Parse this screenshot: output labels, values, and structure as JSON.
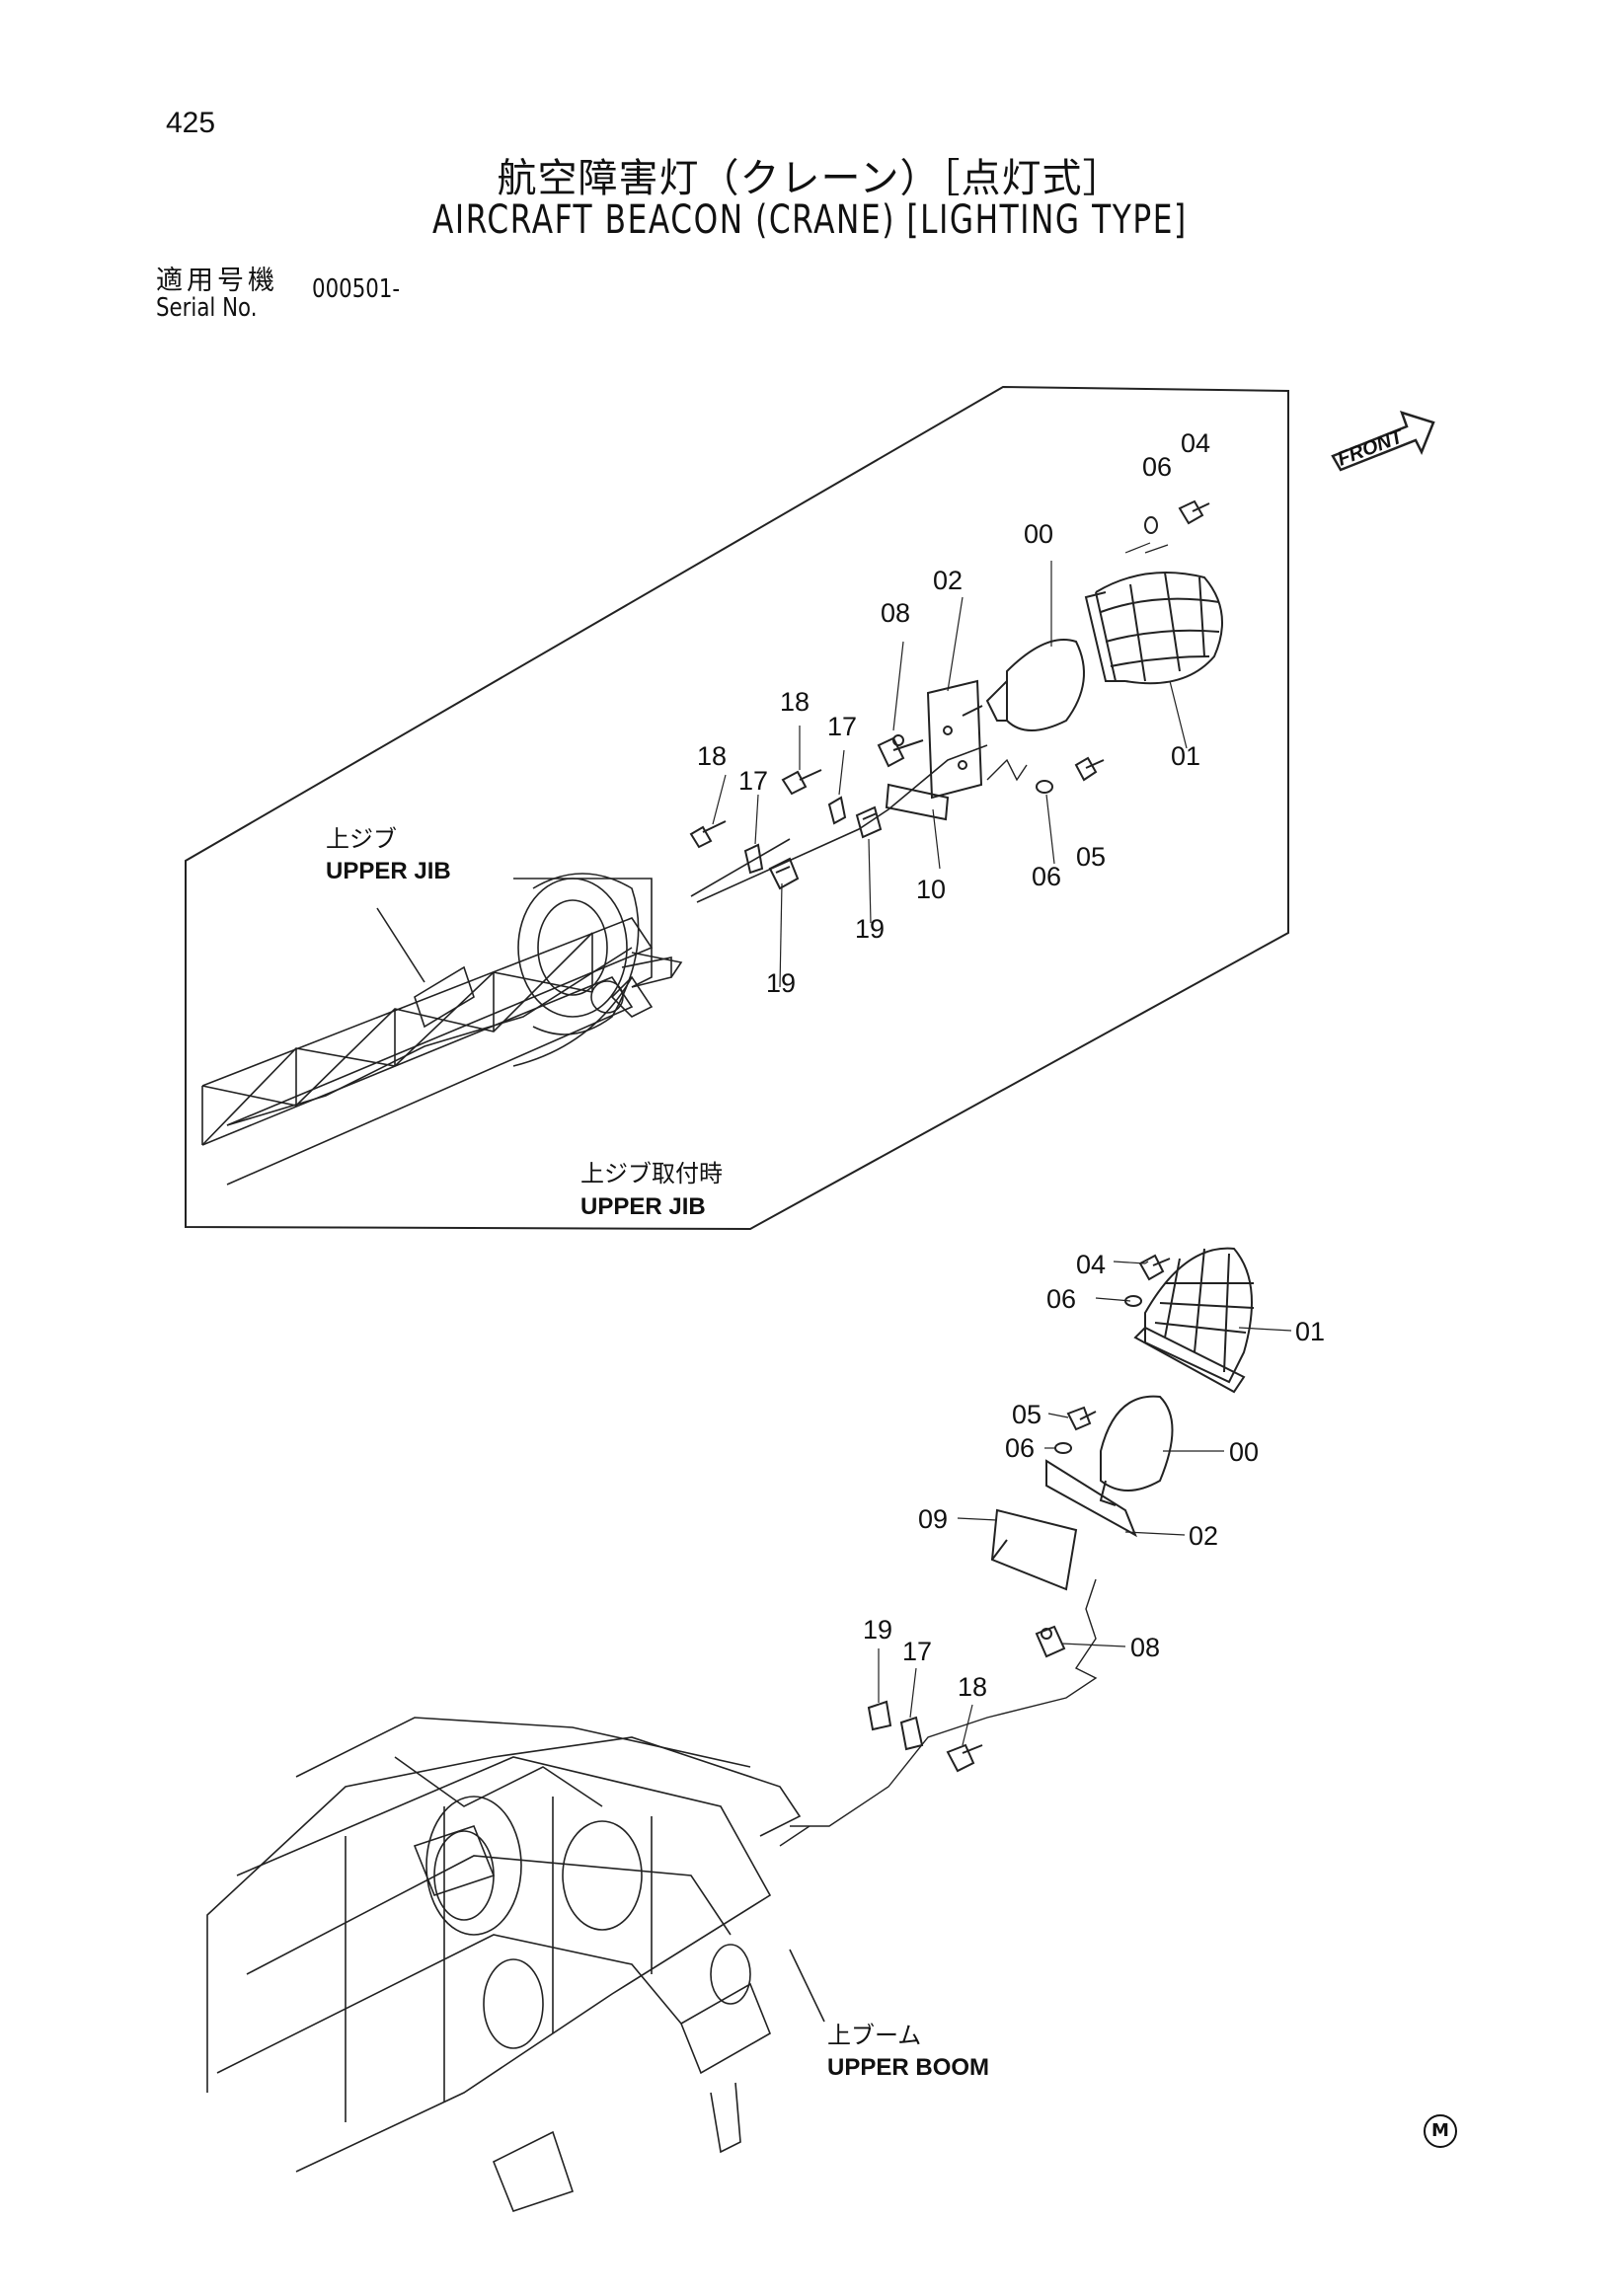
{
  "page_number": "425",
  "title_ja": "航空障害灯（クレーン）［点灯式］",
  "title_en": "AIRCRAFT BEACON (CRANE) [LIGHTING TYPE]",
  "serial": {
    "label_ja": "適用号機",
    "label_en": "Serial No.",
    "value": "000501-"
  },
  "front_arrow": "FRONT",
  "upper_view": {
    "jib_label_ja": "上ジブ",
    "jib_label_en": "UPPER JIB",
    "caption_ja": "上ジブ取付時",
    "caption_en": "UPPER JIB",
    "part_labels": {
      "p00": "00",
      "p01": "01",
      "p02": "02",
      "p04": "04",
      "p05": "05",
      "p06a": "06",
      "p06b": "06",
      "p08": "08",
      "p10": "10",
      "p17a": "17",
      "p17b": "17",
      "p18a": "18",
      "p18b": "18",
      "p19a": "19",
      "p19b": "19"
    }
  },
  "lower_view": {
    "boom_label_ja": "上ブーム",
    "boom_label_en": "UPPER BOOM",
    "part_labels": {
      "p04": "04",
      "p06a": "06",
      "p01": "01",
      "p05": "05",
      "p06b": "06",
      "p00": "00",
      "p09": "09",
      "p02": "02",
      "p08": "08",
      "p19": "19",
      "p17": "17",
      "p18": "18"
    }
  },
  "corner_mark": "M"
}
